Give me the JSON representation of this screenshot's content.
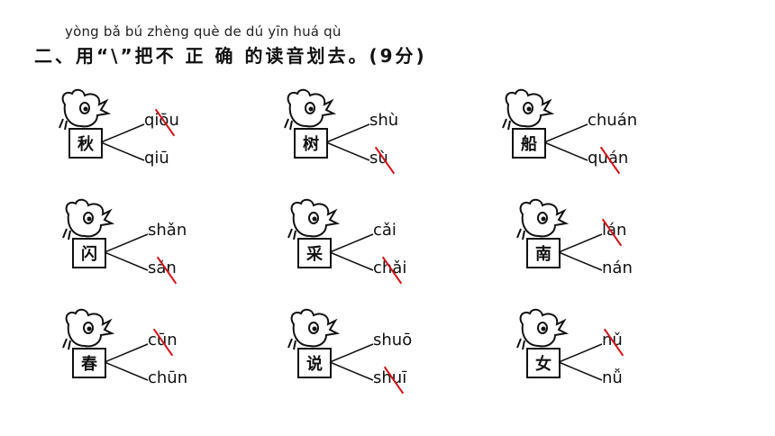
{
  "header": {
    "pinyin": "yòng     bǎ bú zhèng què de dú yīn huá qù",
    "title": "二、用“\\”把不 正  确 的读音划去。(9分)"
  },
  "strike_color": "#d0161b",
  "items": [
    {
      "char": "秋",
      "top": "qiōu",
      "bottom": "qiū",
      "struck": "top"
    },
    {
      "char": "树",
      "top": "shù",
      "bottom": "sù",
      "struck": "bottom"
    },
    {
      "char": "船",
      "top": "chuán",
      "bottom": "quán",
      "struck": "bottom"
    },
    {
      "char": "闪",
      "top": "shǎn",
      "bottom": "sǎn",
      "struck": "bottom"
    },
    {
      "char": "采",
      "top": "cǎi",
      "bottom": "chǎi",
      "struck": "bottom"
    },
    {
      "char": "南",
      "top": "lán",
      "bottom": "nán",
      "struck": "top"
    },
    {
      "char": "春",
      "top": "cūn",
      "bottom": "chūn",
      "struck": "top"
    },
    {
      "char": "说",
      "top": "shuō",
      "bottom": "shuī",
      "struck": "bottom"
    },
    {
      "char": "女",
      "top": "nǔ",
      "bottom": "nǚ",
      "struck": "top"
    }
  ]
}
